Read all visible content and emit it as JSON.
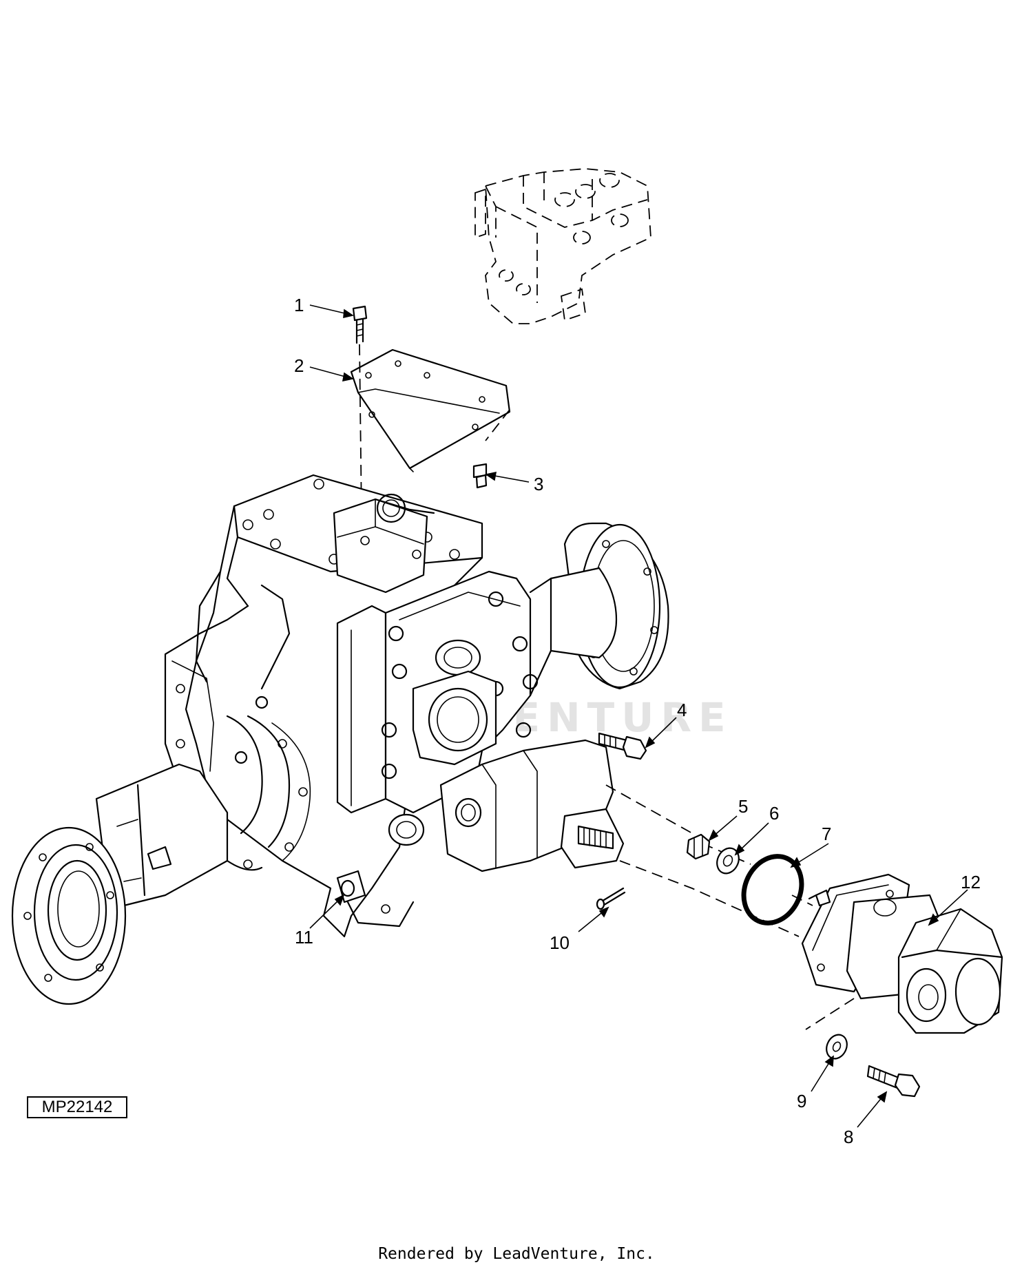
{
  "diagram": {
    "reference_code": "MP22142",
    "watermark": "LEADVENTURE",
    "callouts": [
      {
        "id": "1",
        "label": "1"
      },
      {
        "id": "2",
        "label": "2"
      },
      {
        "id": "3",
        "label": "3"
      },
      {
        "id": "4",
        "label": "4"
      },
      {
        "id": "5",
        "label": "5"
      },
      {
        "id": "6",
        "label": "6"
      },
      {
        "id": "7",
        "label": "7"
      },
      {
        "id": "8",
        "label": "8"
      },
      {
        "id": "9",
        "label": "9"
      },
      {
        "id": "10",
        "label": "10"
      },
      {
        "id": "11",
        "label": "11"
      },
      {
        "id": "12",
        "label": "12"
      }
    ]
  },
  "footer": {
    "text": "Rendered by LeadVenture, Inc."
  }
}
